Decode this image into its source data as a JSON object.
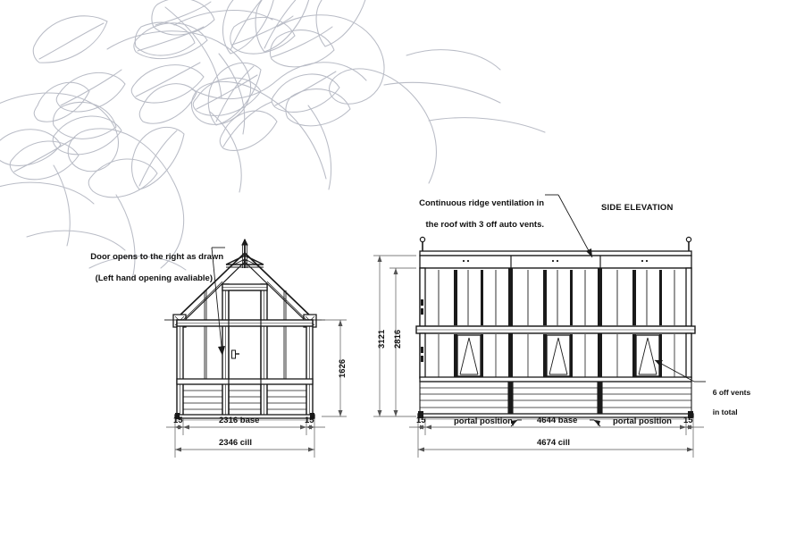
{
  "sheet": {
    "background": "#ffffff",
    "line_color": "#1a1a1a",
    "dim_line_color": "#555555",
    "watermark_color": "#b9bcc6"
  },
  "watermark": {
    "name": "leaf-vine-pattern",
    "description": "decorative outline leaves and vines"
  },
  "annotations": {
    "door_note_line1": "Door opens to the right as drawn",
    "door_note_line2": "(Left hand opening avaliable)",
    "ridge_note_line1": "Continuous ridge ventilation in",
    "ridge_note_line2": "the roof with 3 off auto vents.",
    "vents_note_line1": "6 off vents",
    "vents_note_line2": "in total",
    "side_elevation_title": "SIDE ELEVATION"
  },
  "gable_elevation": {
    "dimensions": {
      "height_1626": "1626",
      "left_overhang_15": "15",
      "right_overhang_15": "15",
      "base_2316": "2316 base",
      "cill_2346": "2346 cill"
    }
  },
  "side_elevation": {
    "dimensions": {
      "height_3121": "3121",
      "height_2816": "2816",
      "left_overhang_15": "15",
      "right_overhang_15": "15",
      "base_4644": "4644 base",
      "cill_4674": "4674 cill",
      "portal_left": "portal position",
      "portal_right": "portal position"
    }
  }
}
